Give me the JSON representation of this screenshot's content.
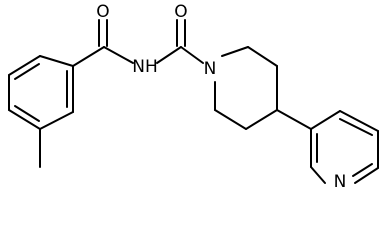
{
  "molecule": {
    "atom_labels": {
      "oxygen_amide_left": "O",
      "oxygen_urea": "O",
      "amide_nh": "NH",
      "piperidine_n": "N",
      "pyridine_n": "N"
    },
    "colors": {
      "bond": "#000000",
      "label": "#000000",
      "background": "#ffffff"
    }
  }
}
